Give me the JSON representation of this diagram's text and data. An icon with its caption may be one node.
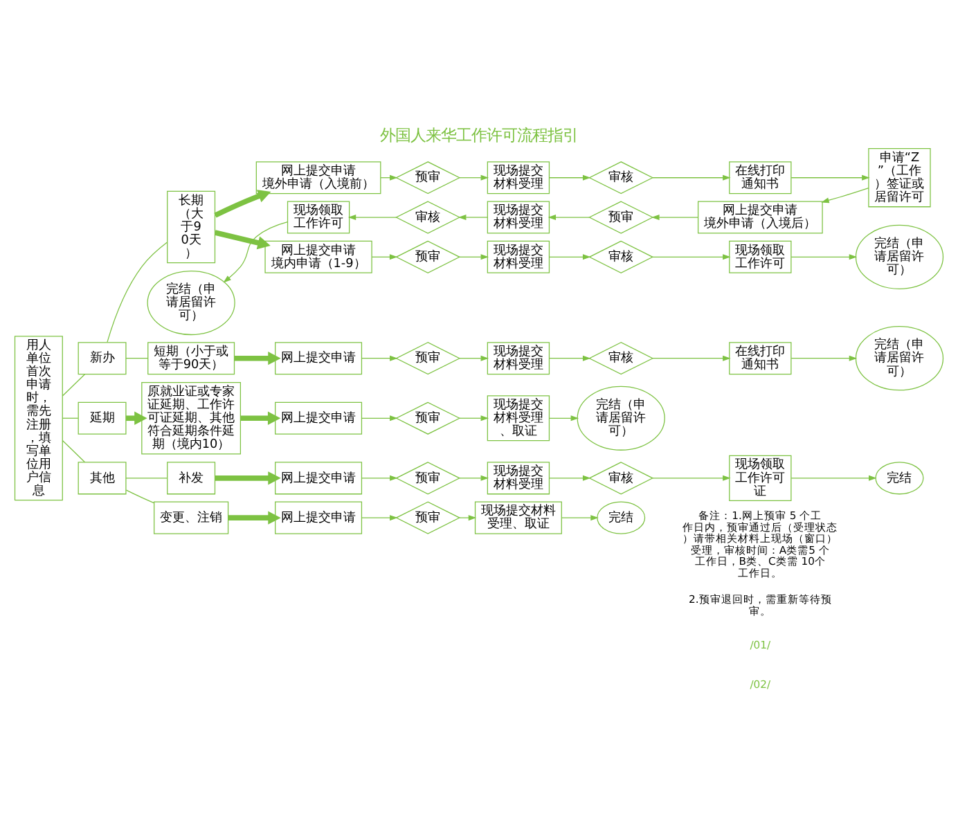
{
  "diagram": {
    "title": "外国人来华工作许可流程指引",
    "nodes": [
      {
        "text": [
          "用人单位首次申请时，需先注册，填写单位用户信息"
        ]
      },
      {
        "text": [
          "新办"
        ]
      },
      {
        "text": [
          "延期"
        ]
      },
      {
        "text": [
          "其他"
        ]
      },
      {
        "text": [
          "长期",
          "（大于90天）"
        ]
      },
      {
        "text": [
          "短期（小于或等于90天）"
        ]
      },
      {
        "text": [
          "原就业证或专家证延期、工作许可证延期、其他符合延期条件延期（境内10）"
        ]
      },
      {
        "text": [
          "补发"
        ]
      },
      {
        "text": [
          "变更、注销"
        ]
      },
      {
        "text": [
          "完结（申请居留许可）"
        ]
      },
      {
        "text": [
          "网上提交申请",
          "境外申请（入境前）"
        ]
      },
      {
        "text": [
          "现场领取工作许可"
        ]
      },
      {
        "text": [
          "网上提交申请",
          "境内申请（1-9）"
        ]
      },
      {
        "text": [
          "网上提交申请"
        ]
      },
      {
        "text": [
          "网上提交申请"
        ]
      },
      {
        "text": [
          "网上提交申请"
        ]
      },
      {
        "text": [
          "网上提交申请"
        ]
      },
      {
        "text": [
          "预审"
        ]
      },
      {
        "text": [
          "审核"
        ]
      },
      {
        "text": [
          "预审"
        ]
      },
      {
        "text": [
          "预审"
        ]
      },
      {
        "text": [
          "预审"
        ]
      },
      {
        "text": [
          "预审"
        ]
      },
      {
        "text": [
          "预审"
        ]
      },
      {
        "text": [
          "现场提交材料受理"
        ]
      },
      {
        "text": [
          "现场提交材料受理"
        ]
      },
      {
        "text": [
          "现场提交材料受理"
        ]
      },
      {
        "text": [
          "现场提交材料受理"
        ]
      },
      {
        "text": [
          "现场提交材料受理、取证"
        ]
      },
      {
        "text": [
          "现场提交材料受理"
        ]
      },
      {
        "text": [
          "现场提交材料受理、取证"
        ]
      },
      {
        "text": [
          "审核"
        ]
      },
      {
        "text": [
          "预审"
        ]
      },
      {
        "text": [
          "审核"
        ]
      },
      {
        "text": [
          "审核"
        ]
      },
      {
        "text": [
          "完结（申请居留许可）"
        ]
      },
      {
        "text": [
          "审核"
        ]
      },
      {
        "text": [
          "完结"
        ]
      },
      {
        "text": [
          "在线打印通知书"
        ]
      },
      {
        "text": [
          "网上提交申请",
          "境外申请（入境后）"
        ]
      },
      {
        "text": [
          "现场领取工作许可"
        ]
      },
      {
        "text": [
          "在线打印通知书"
        ]
      },
      {
        "text": [
          "现场领取工作许可证"
        ]
      },
      {
        "text": [
          "申请“Z”（工作）签证或居留许可"
        ]
      },
      {
        "text": [
          "完结（申请居留许可）"
        ]
      },
      {
        "text": [
          "完结（申请居留许可）"
        ]
      },
      {
        "text": [
          "完结"
        ]
      }
    ],
    "edges": [
      {
        "from": 0,
        "to": 1,
        "arrow": "none"
      },
      {
        "from": 0,
        "to": 2,
        "arrow": "none"
      },
      {
        "from": 0,
        "to": 3,
        "arrow": "none"
      },
      {
        "from": 1,
        "to": 4,
        "arrow": "none"
      },
      {
        "from": 1,
        "to": 5,
        "arrow": "none"
      },
      {
        "from": 2,
        "to": 6,
        "arrow": "to",
        "style": "thick"
      },
      {
        "from": 3,
        "to": 7,
        "arrow": "none"
      },
      {
        "from": 3,
        "to": 8,
        "arrow": "none"
      },
      {
        "from": 4,
        "to": 10,
        "arrow": "to",
        "style": "thick"
      },
      {
        "from": 10,
        "to": 17,
        "arrow": "to"
      },
      {
        "from": 17,
        "to": 24,
        "arrow": "to"
      },
      {
        "from": 24,
        "to": 31,
        "arrow": "to"
      },
      {
        "from": 31,
        "to": 38,
        "arrow": "to"
      },
      {
        "from": 38,
        "to": 43,
        "arrow": "to"
      },
      {
        "from": 43,
        "to": 39,
        "arrow": "to"
      },
      {
        "from": 39,
        "to": 32,
        "arrow": "to"
      },
      {
        "from": 32,
        "to": 29,
        "arrow": "to"
      },
      {
        "from": 29,
        "to": 18,
        "arrow": "to"
      },
      {
        "from": 18,
        "to": 11,
        "arrow": "to"
      },
      {
        "from": 11,
        "to": 9,
        "arrow": "to"
      },
      {
        "from": 4,
        "to": 12,
        "arrow": "to",
        "style": "thick"
      },
      {
        "from": 12,
        "to": 19,
        "arrow": "to"
      },
      {
        "from": 19,
        "to": 25,
        "arrow": "to"
      },
      {
        "from": 25,
        "to": 33,
        "arrow": "to"
      },
      {
        "from": 33,
        "to": 40,
        "arrow": "to"
      },
      {
        "from": 40,
        "to": 44,
        "arrow": "to"
      },
      {
        "from": 5,
        "to": 13,
        "arrow": "to",
        "style": "thick"
      },
      {
        "from": 13,
        "to": 20,
        "arrow": "to"
      },
      {
        "from": 20,
        "to": 26,
        "arrow": "to"
      },
      {
        "from": 26,
        "to": 34,
        "arrow": "to"
      },
      {
        "from": 34,
        "to": 41,
        "arrow": "to"
      },
      {
        "from": 41,
        "to": 45,
        "arrow": "to"
      },
      {
        "from": 6,
        "to": 14,
        "arrow": "to",
        "style": "thick"
      },
      {
        "from": 14,
        "to": 21,
        "arrow": "to"
      },
      {
        "from": 21,
        "to": 28,
        "arrow": "to"
      },
      {
        "from": 28,
        "to": 35,
        "arrow": "to"
      },
      {
        "from": 7,
        "to": 15,
        "arrow": "to",
        "style": "thick"
      },
      {
        "from": 15,
        "to": 22,
        "arrow": "to"
      },
      {
        "from": 22,
        "to": 27,
        "arrow": "to"
      },
      {
        "from": 27,
        "to": 36,
        "arrow": "to"
      },
      {
        "from": 36,
        "to": 42,
        "arrow": "to"
      },
      {
        "from": 42,
        "to": 46,
        "arrow": "to"
      },
      {
        "from": 8,
        "to": 16,
        "arrow": "to",
        "style": "thick"
      },
      {
        "from": 16,
        "to": 23,
        "arrow": "to"
      },
      {
        "from": 23,
        "to": 30,
        "arrow": "to"
      },
      {
        "from": 30,
        "to": 37,
        "arrow": "to"
      }
    ],
    "labels": [
      "备注：1.网上预审 5 个工作日内，预审通过后（受理状态）请带相关材料上现场（窗口）受理，审核时间：A类需5 个工作日，B类、C类需 10个工作日。",
      "2.预审退回时，需重新等待预审。",
      "/01/",
      "/02/"
    ]
  }
}
